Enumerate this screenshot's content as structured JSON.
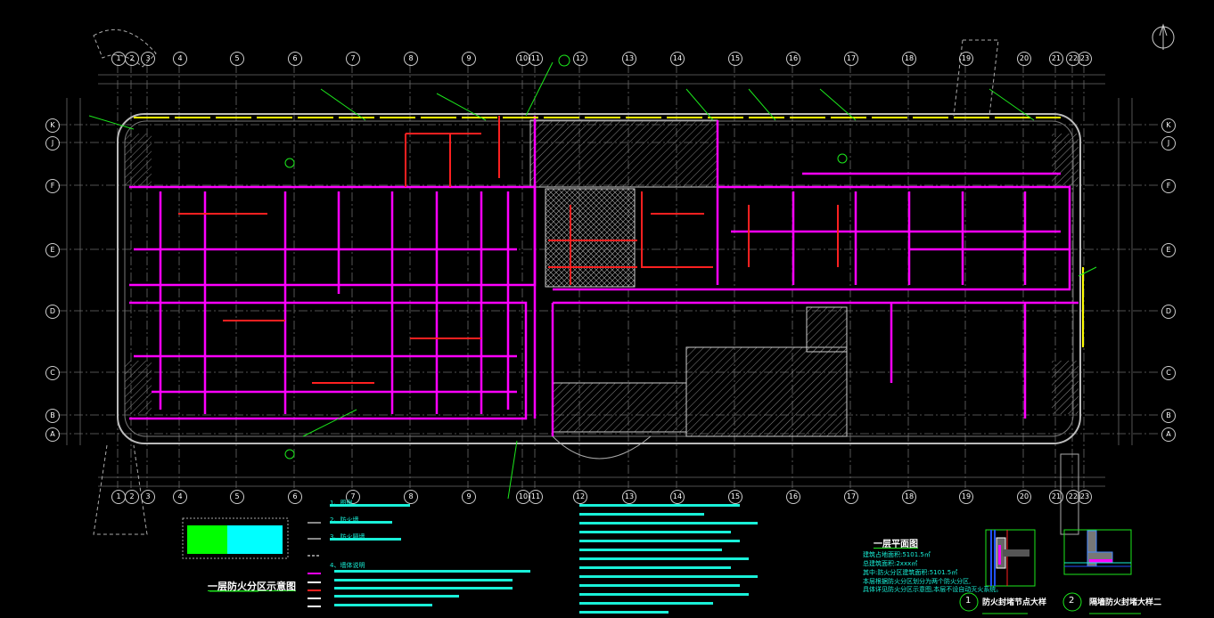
{
  "grid": {
    "columns": [
      "1",
      "2",
      "3",
      "4",
      "5",
      "6",
      "7",
      "8",
      "9",
      "10",
      "11",
      "12",
      "13",
      "14",
      "15",
      "16",
      "17",
      "18",
      "19",
      "20",
      "21",
      "22",
      "23"
    ],
    "rows": [
      "K",
      "J",
      "F",
      "E",
      "D",
      "C",
      "B",
      "A"
    ]
  },
  "fire_zone_diagram": {
    "title": "一层防火分区示意图",
    "colors": [
      "#00ff00",
      "#00ffff"
    ]
  },
  "plan_notes": {
    "title": "一层平面图",
    "lines": [
      "建筑占地面积:5101.5㎡",
      "总建筑面积:2xxx㎡",
      "其中:防火分区建筑面积:5101.5㎡",
      "本层根据防火分区划分为两个防火分区,",
      "具体详见防火分区示意图,本层不设自动灭火系统。"
    ]
  },
  "legend": {
    "items": [
      "1、图例",
      "2、防火墙",
      "3、防火隔墙",
      "4、墙体说明"
    ]
  },
  "details": [
    {
      "number": "1",
      "title": "防火封堵节点大样"
    },
    {
      "number": "2",
      "title": "隔墙防火封堵大样二"
    }
  ],
  "north_arrow": "north-arrow",
  "colors": {
    "wall_fire": "#ff00ff",
    "wall_red": "#ff2020",
    "grid": "#9a9a9a",
    "note": "#19f0d8",
    "leader": "#1ce81c"
  }
}
